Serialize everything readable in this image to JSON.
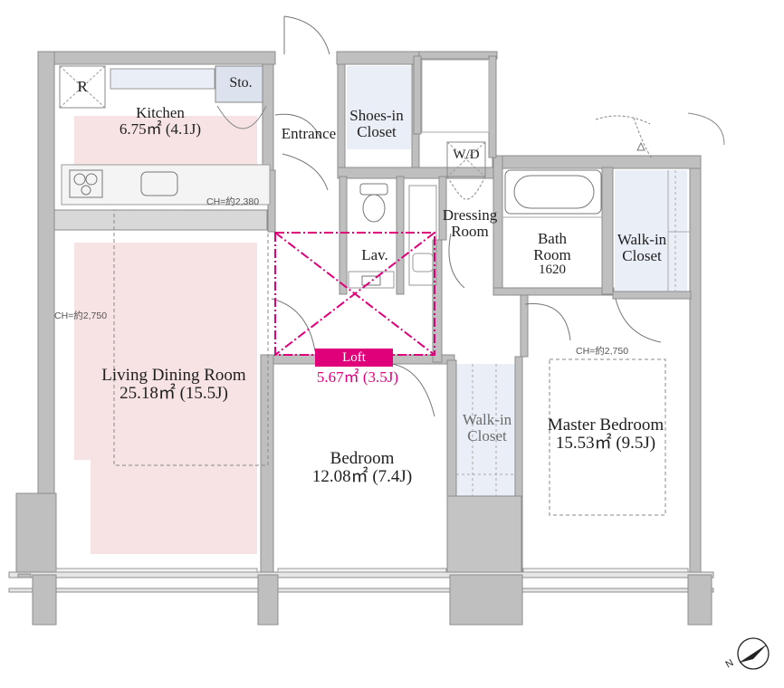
{
  "colors": {
    "wall": "#bfbfbf",
    "wall_edge": "#8c8c8c",
    "ldk_floor": "#f7e3e3",
    "closet_floor": "#e9eef7",
    "loft_accent": "#e0007a"
  },
  "icons": [
    "refrigerator-icon",
    "stove-icon",
    "sink-icon",
    "toilet-icon",
    "bathtub-icon",
    "washer-dryer-icon",
    "compass-icon",
    "door-swing-icon"
  ],
  "rooms": {
    "kitchen": {
      "name": "Kitchen",
      "area": "6.75㎡ (4.1J)"
    },
    "entrance": {
      "name": "Entrance"
    },
    "shoes_closet": {
      "line1": "Shoes-in",
      "line2": "Closet"
    },
    "wd": {
      "name": "W/D"
    },
    "dressing": {
      "line1": "Dressing",
      "line2": "Room"
    },
    "bath": {
      "line1": "Bath",
      "line2": "Room",
      "size": "1620"
    },
    "walkin_1": {
      "line1": "Walk-in",
      "line2": "Closet"
    },
    "lav": {
      "name": "Lav."
    },
    "loft": {
      "name": "Loft",
      "area": "5.67㎡ (3.5J)"
    },
    "ldr": {
      "name": "Living Dining Room",
      "area": "25.18㎡ (15.5J)"
    },
    "bedroom": {
      "name": "Bedroom",
      "area": "12.08㎡ (7.4J)"
    },
    "walkin_2": {
      "line1": "Walk-in",
      "line2": "Closet"
    },
    "master": {
      "name": "Master Bedroom",
      "area": "15.53㎡ (9.5J)"
    }
  },
  "fixtures": {
    "fridge": "R",
    "storage": "Sto."
  },
  "ceiling_heights": {
    "kitchen": "CH=約2,380",
    "living": "CH=約2,750",
    "master": "CH=約2,750"
  }
}
